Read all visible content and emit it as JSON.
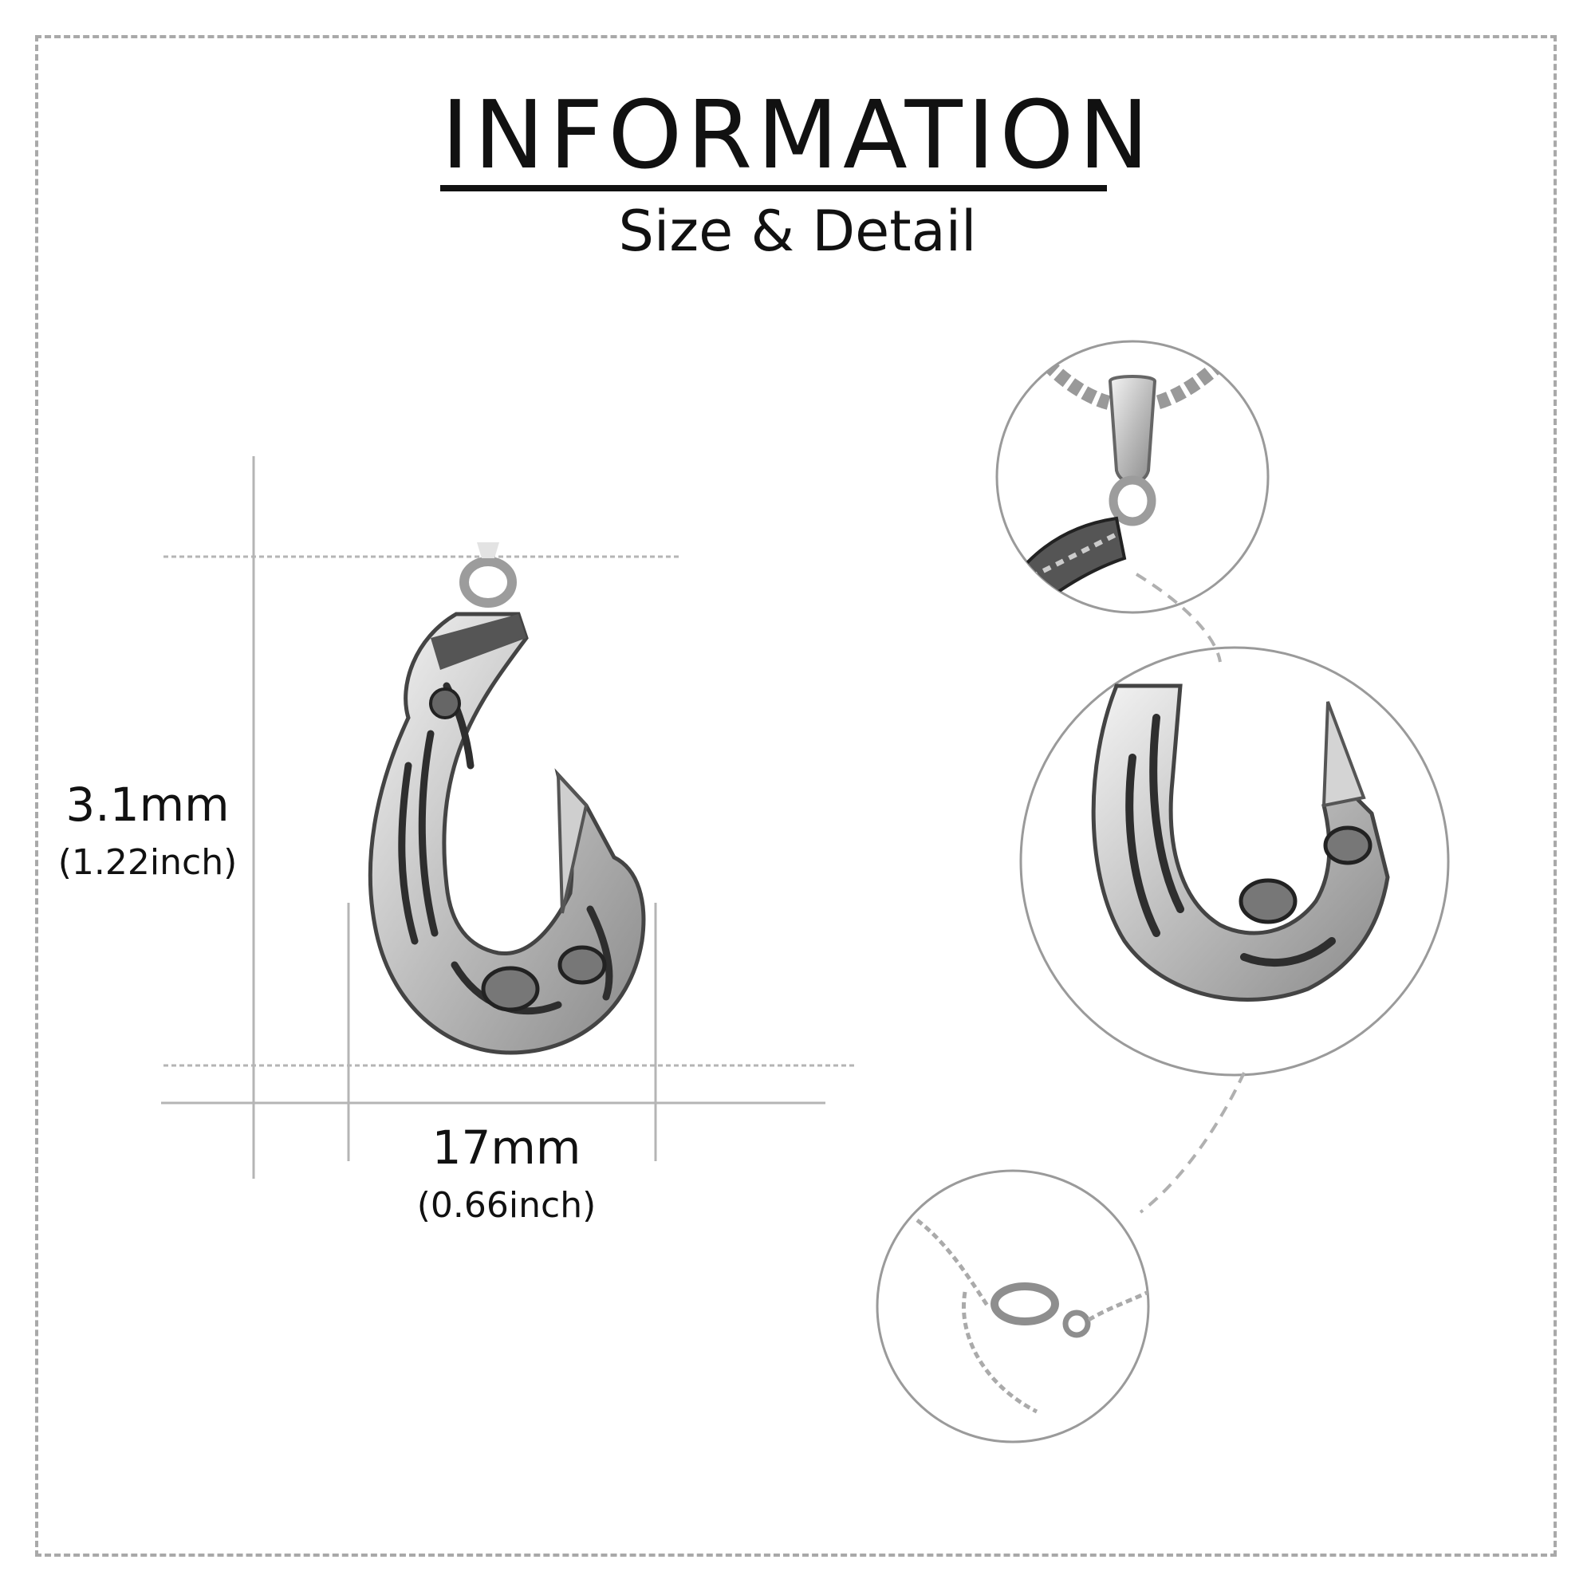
{
  "header": {
    "title": "INFORMATION",
    "subtitle": "Size & Detail"
  },
  "dimensions": {
    "height": {
      "value": "3.1mm",
      "imperial": "(1.22inch)"
    },
    "width": {
      "value": "17mm",
      "imperial": "(0.66inch)"
    }
  },
  "details": [
    {
      "name": "bail and chain"
    },
    {
      "name": "hook engraving"
    },
    {
      "name": "lobster clasp"
    }
  ],
  "colors": {
    "text": "#111111",
    "guide_lines": "#b5b5b5",
    "frame": "#a9a9a9",
    "silver": "#d8d8d8",
    "oxidized": "#333333"
  }
}
